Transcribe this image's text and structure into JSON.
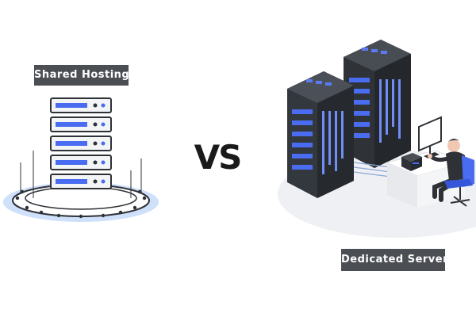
{
  "shared": {
    "label": "Shared Hosting"
  },
  "dedicated": {
    "label": "Dedicated Server"
  },
  "versus": {
    "text": "VS"
  },
  "colors": {
    "label_bg": "#4b4f54",
    "server_dark": "#3a3f45",
    "server_light": "#f2f4f6",
    "accent_blue": "#4a6cf0",
    "ring_blue": "#cfe0fb",
    "desk_white": "#f4f5f7"
  },
  "icons": [
    "shared-server-rack-icon",
    "dedicated-server-tower-icon",
    "person-at-computer-icon",
    "monitor-icon",
    "office-chair-icon"
  ]
}
